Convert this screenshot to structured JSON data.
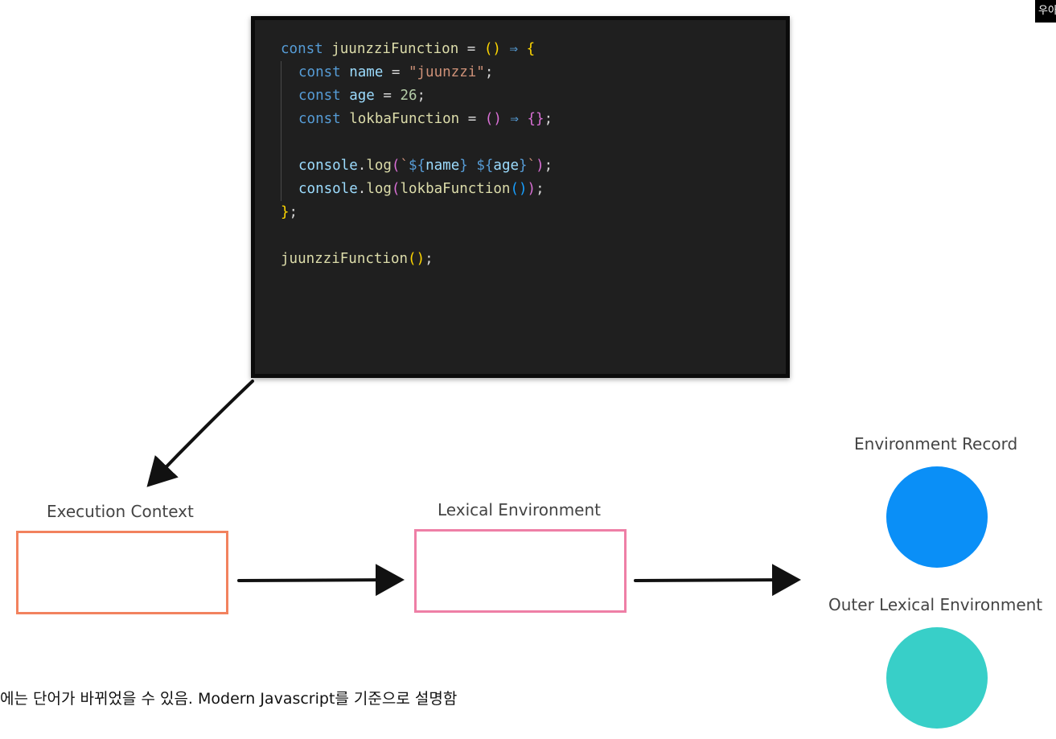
{
  "corner_badge": "우아",
  "code": {
    "lines": [
      [
        {
          "t": "const ",
          "c": "kw"
        },
        {
          "t": "juunzziFunction",
          "c": "fn"
        },
        {
          "t": " = ",
          "c": "pn"
        },
        {
          "t": "()",
          "c": "br1"
        },
        {
          "t": " ⇒ ",
          "c": "kw"
        },
        {
          "t": "{",
          "c": "br1"
        }
      ],
      [
        {
          "t": "const ",
          "c": "kw",
          "ind": 1
        },
        {
          "t": "name",
          "c": "nm"
        },
        {
          "t": " = ",
          "c": "pn"
        },
        {
          "t": "\"juunzzi\"",
          "c": "str"
        },
        {
          "t": ";",
          "c": "pn"
        }
      ],
      [
        {
          "t": "const ",
          "c": "kw",
          "ind": 1
        },
        {
          "t": "age",
          "c": "nm"
        },
        {
          "t": " = ",
          "c": "pn"
        },
        {
          "t": "26",
          "c": "num"
        },
        {
          "t": ";",
          "c": "pn"
        }
      ],
      [
        {
          "t": "const ",
          "c": "kw",
          "ind": 1
        },
        {
          "t": "lokbaFunction",
          "c": "fn"
        },
        {
          "t": " = ",
          "c": "pn"
        },
        {
          "t": "()",
          "c": "br2"
        },
        {
          "t": " ⇒ ",
          "c": "kw"
        },
        {
          "t": "{}",
          "c": "br2"
        },
        {
          "t": ";",
          "c": "pn"
        }
      ],
      [
        {
          "t": "",
          "c": "pn",
          "ind": 1
        }
      ],
      [
        {
          "t": "console",
          "c": "nm",
          "ind": 1
        },
        {
          "t": ".",
          "c": "pn"
        },
        {
          "t": "log",
          "c": "fn"
        },
        {
          "t": "(",
          "c": "br2"
        },
        {
          "t": "`",
          "c": "str"
        },
        {
          "t": "${",
          "c": "tpl"
        },
        {
          "t": "name",
          "c": "nm"
        },
        {
          "t": "}",
          "c": "tpl"
        },
        {
          "t": " ",
          "c": "str"
        },
        {
          "t": "${",
          "c": "tpl"
        },
        {
          "t": "age",
          "c": "nm"
        },
        {
          "t": "}",
          "c": "tpl"
        },
        {
          "t": "`",
          "c": "str"
        },
        {
          "t": ")",
          "c": "br2"
        },
        {
          "t": ";",
          "c": "pn"
        }
      ],
      [
        {
          "t": "console",
          "c": "nm",
          "ind": 1
        },
        {
          "t": ".",
          "c": "pn"
        },
        {
          "t": "log",
          "c": "fn"
        },
        {
          "t": "(",
          "c": "br2"
        },
        {
          "t": "lokbaFunction",
          "c": "fn"
        },
        {
          "t": "()",
          "c": "br3"
        },
        {
          "t": ")",
          "c": "br2"
        },
        {
          "t": ";",
          "c": "pn"
        }
      ],
      [
        {
          "t": "}",
          "c": "br1"
        },
        {
          "t": ";",
          "c": "pn"
        }
      ],
      [
        {
          "t": "",
          "c": "pn"
        }
      ],
      [
        {
          "t": "juunzziFunction",
          "c": "fn"
        },
        {
          "t": "()",
          "c": "br1"
        },
        {
          "t": ";",
          "c": "pn"
        }
      ]
    ]
  },
  "labels": {
    "execution_context": "Execution Context",
    "lexical_environment": "Lexical Environment",
    "environment_record": "Environment Record",
    "outer_lexical_environment": "Outer Lexical Environment"
  },
  "colors": {
    "execution_context_box": "#f2825e",
    "lexical_environment_box": "#ee7fa6",
    "environment_record_circle": "#0a8ff7",
    "outer_lexical_environment_circle": "#38cfc8"
  },
  "note": "에는 단어가 바뀌었을 수 있음. Modern Javascript를 기준으로 설명함"
}
